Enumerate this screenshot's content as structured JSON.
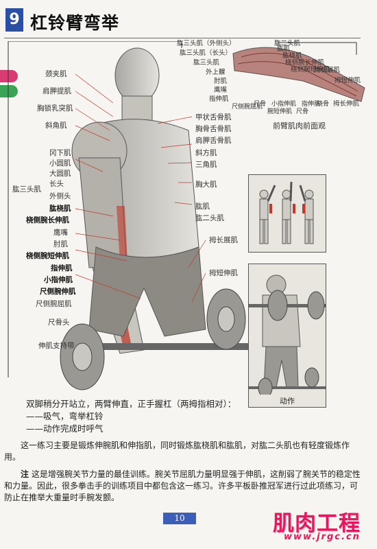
{
  "header": {
    "number": "9",
    "title": "杠铃臂弯举"
  },
  "labels_left": [
    "颈夹肌",
    "肩胛提肌",
    "胸锁乳突肌",
    "斜角肌",
    "冈下肌",
    "小圆肌",
    "大圆肌",
    "肱三头肌",
    "长头",
    "外侧头",
    "肱桡肌",
    "桡侧腕长伸肌",
    "鹰嘴",
    "肘肌",
    "桡侧腕短伸肌",
    "指伸肌",
    "小指伸肌",
    "尺侧腕伸肌",
    "尺侧腕屈肌",
    "尺骨头",
    "伸肌支持带"
  ],
  "labels_right": [
    "甲状舌骨肌",
    "胸骨舌骨肌",
    "肩胛舌骨肌",
    "斜方肌",
    "三角肌",
    "胸大肌",
    "肱肌",
    "肱二头肌",
    "拇长展肌",
    "拇短伸肌"
  ],
  "forearm_labels": [
    "肱三头肌（外侧头）",
    "肱三头肌（长头）",
    "肱三头肌",
    "外上髁",
    "肘肌",
    "鹰嘴",
    "指伸肌",
    "尺侧腕屈肌",
    "肱二头肌",
    "肱肌",
    "肱桡肌",
    "桡侧腕长伸肌",
    "桡侧腕短伸肌",
    "拇长展肌",
    "拇短伸肌",
    "拇长伸肌",
    "尺骨",
    "小指伸肌",
    "指伸肌",
    "腕短伸肌",
    "尺骨",
    "桡骨"
  ],
  "forearm_caption": "前臂肌肉前面观",
  "action_caption": "动作",
  "instructions": {
    "line1": "双脚稍分开站立，两臂伸直，正手握杠（两拇指相对）：",
    "line2": "——吸气，弯举杠铃",
    "line3": "——动作完成时呼气"
  },
  "paragraph1": "这一练习主要是锻炼伸腕肌和伸指肌，同时锻炼肱桡肌和肱肌，对肱二头肌也有轻度锻炼作用。",
  "paragraph2_lead": "注",
  "paragraph2": "这是增强腕关节力量的最佳训练。腕关节屈肌力量明显强于伸肌，这削弱了腕关节的稳定性和力量。因此，很多拳击手的训练项目中都包含这一练习。许多平板卧推冠军进行过此项练习，可防止在推举大重量时手腕发颤。",
  "page_number": "10",
  "brand": "肌肉工程",
  "site": "www.jrgc.cn",
  "colors": {
    "accent_blue": "#2a4fa6",
    "brand_pink": "#e6185d",
    "muscle_red": "#c0392b"
  }
}
